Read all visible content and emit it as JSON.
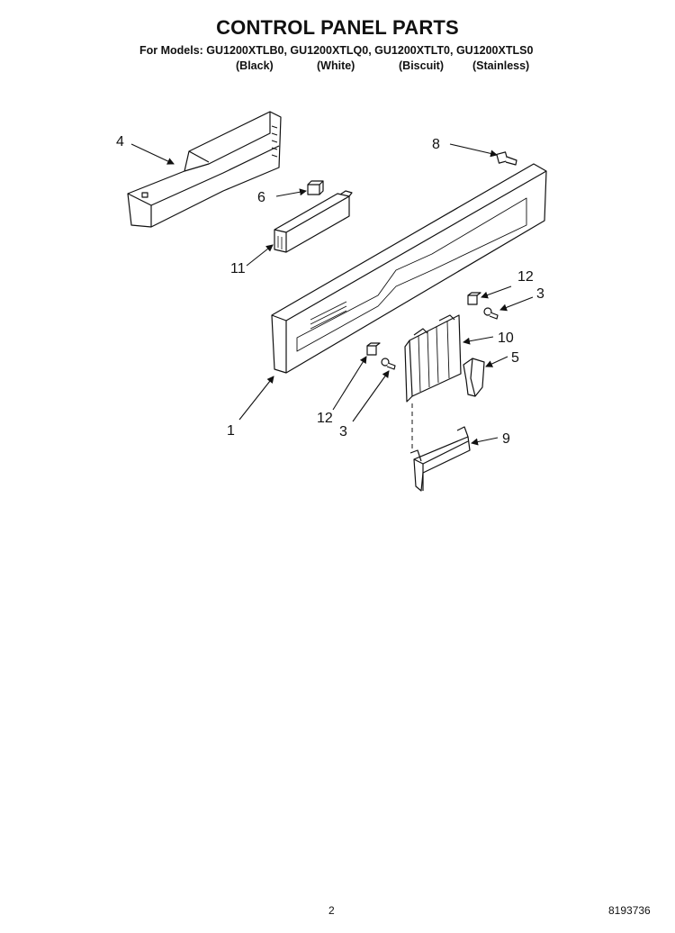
{
  "header": {
    "title": "CONTROL PANEL PARTS",
    "models_line": "For Models: GU1200XTLB0, GU1200XTLQ0, GU1200XTLT0, GU1200XTLS0",
    "colors": [
      "(Black)",
      "(White)",
      "(Biscuit)",
      "(Stainless)"
    ]
  },
  "callouts": {
    "c1": "1",
    "c3a": "3",
    "c3b": "3",
    "c4": "4",
    "c5": "5",
    "c6": "6",
    "c8": "8",
    "c9": "9",
    "c10": "10",
    "c11": "11",
    "c12a": "12",
    "c12b": "12"
  },
  "footer": {
    "page_number": "2",
    "document_number": "8193736"
  }
}
